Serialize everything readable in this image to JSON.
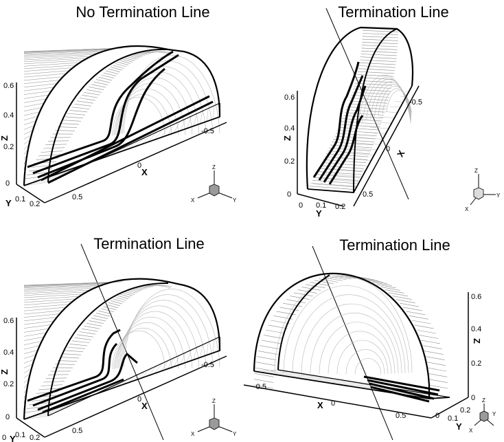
{
  "panels": [
    {
      "title": "No Termination Line",
      "z_ticks": [
        "0.6",
        "0.4",
        "0.2",
        "0"
      ],
      "y_ticks": [
        "0.1",
        "0.2"
      ],
      "x_ticks": [
        "0.5",
        "0",
        "-0.5"
      ],
      "axis_labels": {
        "x": "X",
        "y": "Y",
        "z": "Z"
      },
      "triad": {
        "x": "X",
        "y": "Y",
        "z": "Z"
      }
    },
    {
      "title": "Termination Line",
      "z_ticks": [
        "0.6",
        "0.4",
        "0.2",
        "0"
      ],
      "y_ticks": [
        "0",
        "0.1",
        "0.2"
      ],
      "x_ticks": [
        "0.5",
        "0",
        "-0.5"
      ],
      "axis_labels": {
        "x": "X",
        "y": "Y",
        "z": "Z"
      },
      "triad": {
        "x": "X",
        "y": "Y",
        "z": "Z"
      }
    },
    {
      "title": "Termination Line",
      "z_ticks": [
        "0.6",
        "0.4",
        "0.2",
        "0"
      ],
      "y_ticks": [
        "0",
        "0.1",
        "0.2"
      ],
      "x_ticks": [
        "0.5",
        "0",
        "-0.5"
      ],
      "axis_labels": {
        "x": "X",
        "y": "Y",
        "z": "Z"
      },
      "triad": {
        "x": "X",
        "y": "Y",
        "z": "Z"
      }
    },
    {
      "title": "Termination Line",
      "z_ticks": [
        "0.6",
        "0.4",
        "0.2",
        "0"
      ],
      "y_ticks": [
        "0",
        "0.1",
        "0.2"
      ],
      "x_ticks": [
        "-0.5",
        "0",
        "0.5"
      ],
      "axis_labels": {
        "x": "X",
        "y": "Y",
        "z": "Z"
      },
      "triad": {
        "x": "X",
        "y": "Y",
        "z": "Z"
      }
    }
  ],
  "colors": {
    "mesh": "#8a8a8a",
    "mesh_light": "#b5b5b5",
    "edge": "#000000",
    "streamline": "#000000"
  }
}
